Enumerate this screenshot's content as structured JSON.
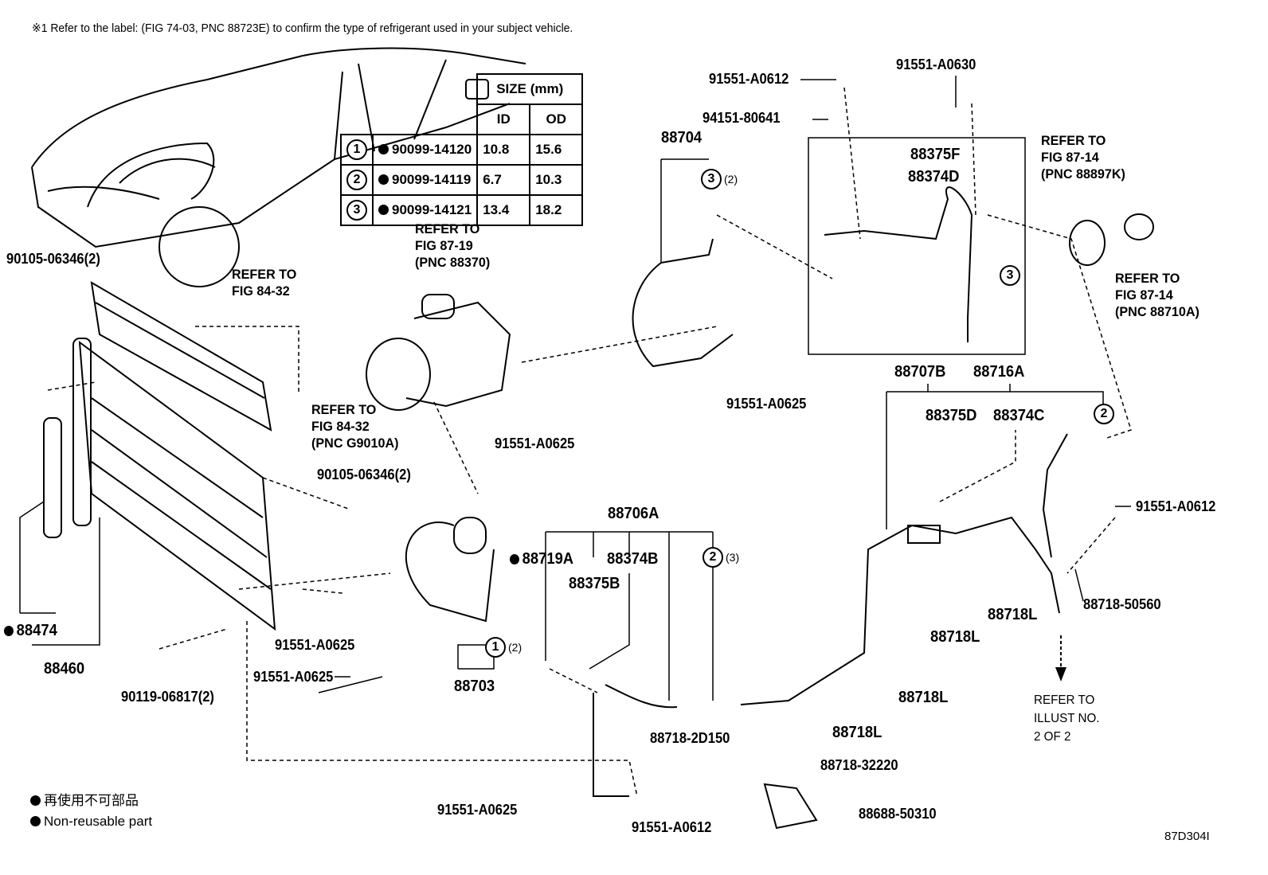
{
  "note": "※1 Refer to the label: (FIG 74-03, PNC 88723E) to confirm the type of refrigerant used in your subject vehicle.",
  "size_table": {
    "header": "SIZE (mm)",
    "col_id": "ID",
    "col_od": "OD",
    "rows": [
      {
        "ref": "1",
        "part": "90099-14120",
        "id": "10.8",
        "od": "15.6"
      },
      {
        "ref": "2",
        "part": "90099-14119",
        "id": "6.7",
        "od": "10.3"
      },
      {
        "ref": "3",
        "part": "90099-14121",
        "id": "13.4",
        "od": "18.2"
      }
    ]
  },
  "callouts": [
    "91551-A0612",
    "91551-A0630",
    "94151-80641",
    "88704",
    "88375F",
    "88374D",
    "88707B",
    "88716A",
    "91551-A0625",
    "88375D",
    "88374C",
    "91551-A0625",
    "90105-06346(2)",
    "91551-A0612",
    "88706A",
    "88719A",
    "88374B",
    "88375B",
    "88718-50560",
    "88718L",
    "88718L",
    "88474",
    "91551-A0625",
    "88460",
    "91551-A0625",
    "88703",
    "88718L",
    "90119-06817(2)",
    "88718L",
    "88718-2D150",
    "88718-32220",
    "91551-A0625",
    "88688-50310",
    "91551-A0612",
    "90105-06346(2)"
  ],
  "refs": [
    [
      "REFER TO",
      "FIG 87-14",
      "(PNC 88897K)"
    ],
    [
      "REFER TO",
      "FIG 87-19",
      "(PNC 88370)"
    ],
    [
      "REFER TO",
      "FIG 84-32"
    ],
    [
      "REFER TO",
      "FIG 87-14",
      "(PNC 88710A)"
    ],
    [
      "REFER TO",
      "FIG 84-32",
      "(PNC G9010A)"
    ],
    [
      "REFER TO",
      "ILLUST NO.",
      "2 OF 2"
    ]
  ],
  "circled": [
    {
      "num": "3",
      "qty": "(2)"
    },
    {
      "num": "3",
      "qty": ""
    },
    {
      "num": "2",
      "qty": ""
    },
    {
      "num": "2",
      "qty": "(3)"
    },
    {
      "num": "1",
      "qty": "(2)"
    }
  ],
  "legend": [
    "再使用不可部品",
    "Non-reusable part"
  ],
  "figure_id": "87D304I"
}
